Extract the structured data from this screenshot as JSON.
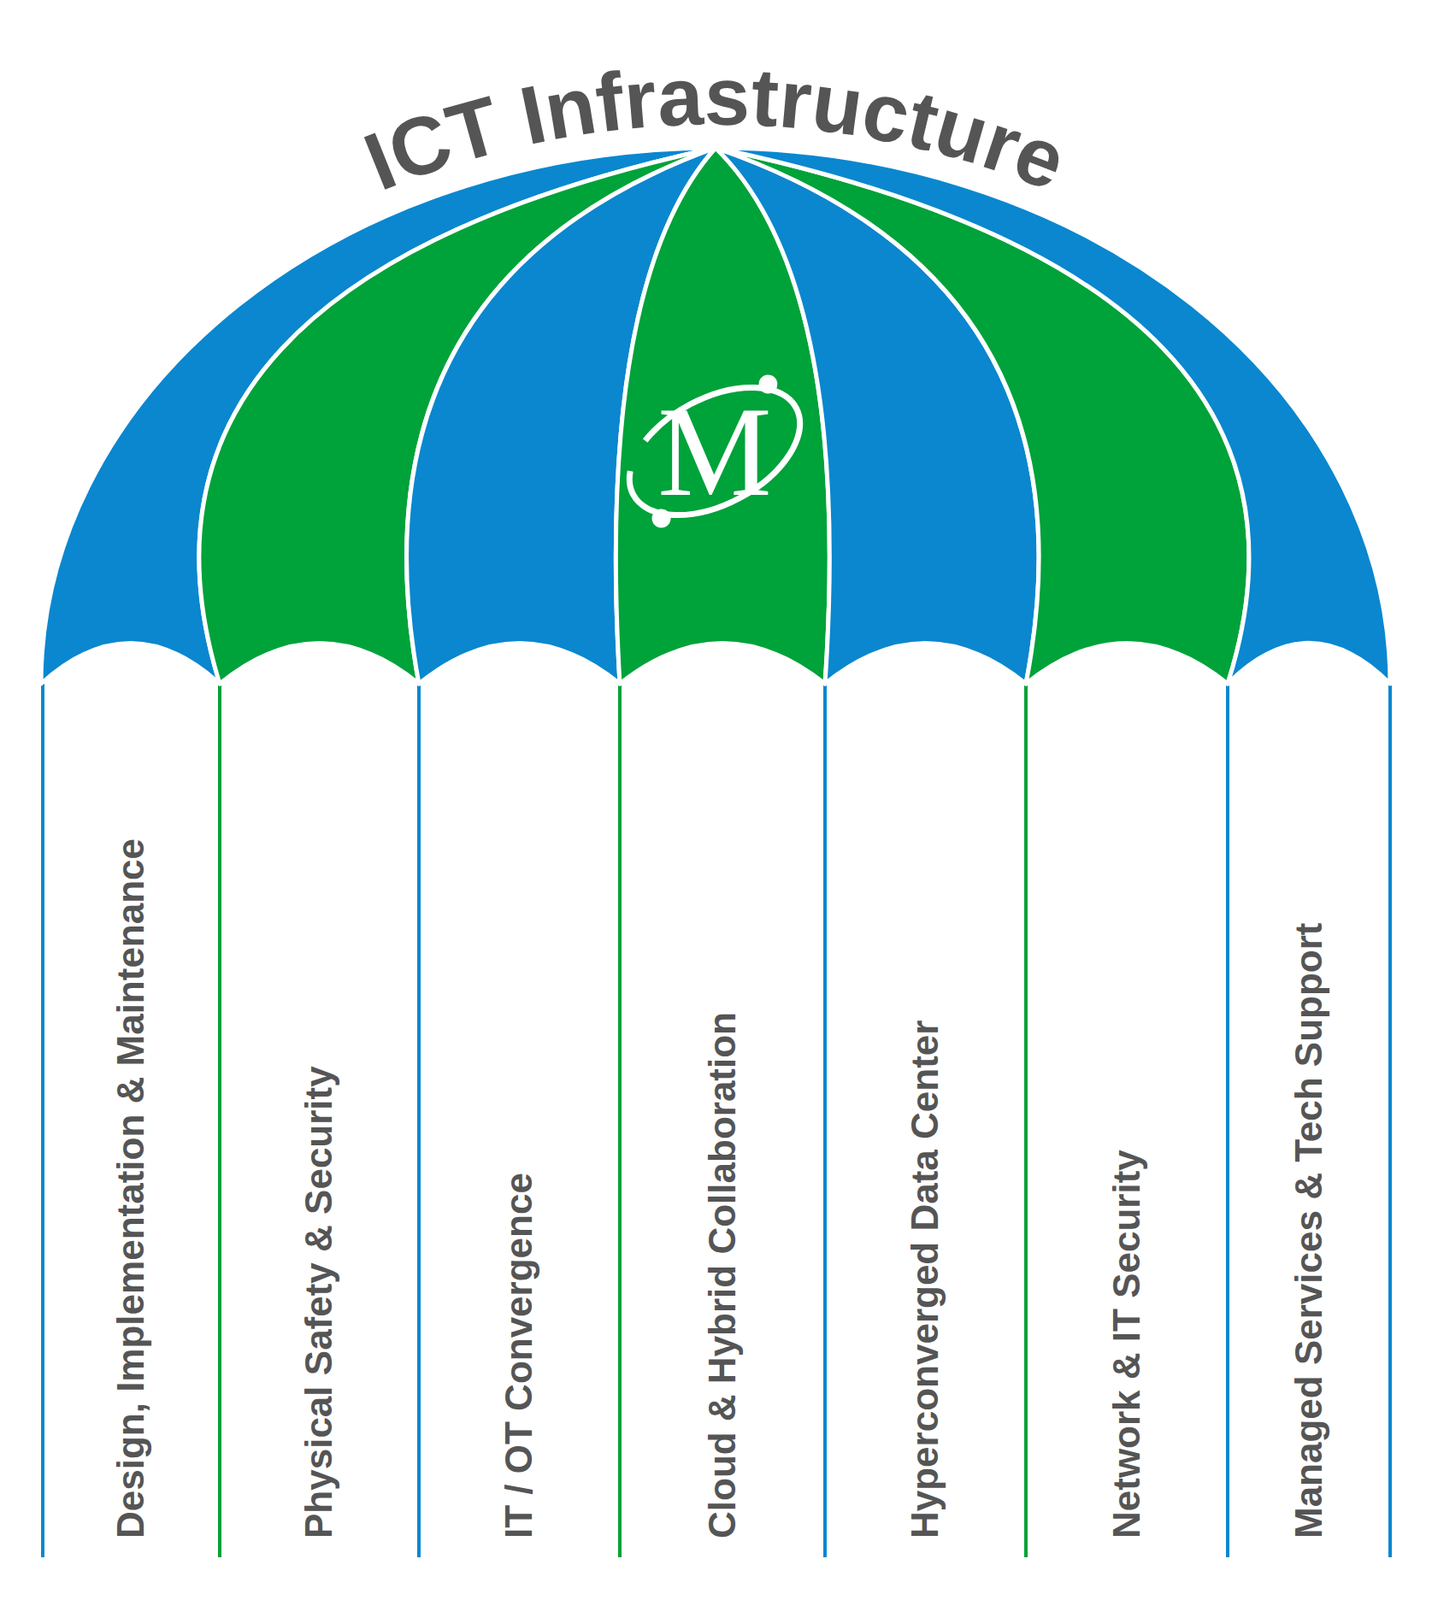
{
  "diagram": {
    "title": "ICT Infrastructure",
    "nodes": [
      {
        "text": [
          "Design, Implementation & Maintenance"
        ]
      },
      {
        "text": [
          "Physical Safety & Security"
        ]
      },
      {
        "text": [
          "IT / OT Convergence"
        ]
      },
      {
        "text": [
          "Cloud & Hybrid Collaboration"
        ]
      },
      {
        "text": [
          "Hyperconverged Data Center"
        ]
      },
      {
        "text": [
          "Network & IT Security"
        ]
      },
      {
        "text": [
          "Managed Services & Tech Support"
        ]
      }
    ],
    "labels": [
      "M"
    ]
  }
}
